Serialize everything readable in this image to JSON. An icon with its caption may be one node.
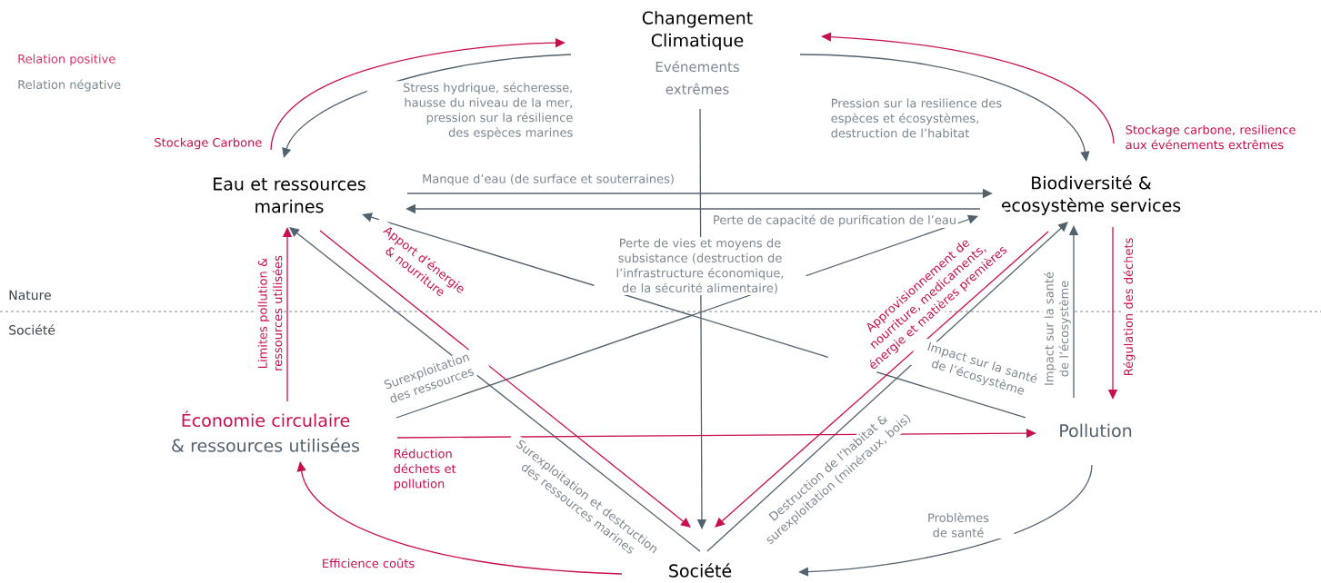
{
  "diagram": {
    "nodes": [
      {
        "text": [
          "Changement Climatique",
          "Evénements extrêmes"
        ]
      },
      {
        "text": [
          "Eau et ressources marines"
        ]
      },
      {
        "text": [
          "Biodiversité & ecosystème services"
        ]
      },
      {
        "text": [
          "Économie circulaire",
          "& ressources utilisées"
        ]
      },
      {
        "text": [
          "Pollution"
        ]
      },
      {
        "text": [
          "Société"
        ]
      }
    ],
    "edges": [
      {
        "from": 1,
        "to": 0,
        "arrow": "to",
        "label": "Stockage Carbone",
        "color": "#c8104f"
      },
      {
        "from": 0,
        "to": 1,
        "arrow": "to",
        "label": "Stress hydrique, sécheresse, hausse du niveau de la mer, pression sur la résilience des espèces marines"
      },
      {
        "from": 2,
        "to": 0,
        "arrow": "to",
        "label": "Stockage carbone, resilience aux événements extrêmes",
        "color": "#c8104f"
      },
      {
        "from": 0,
        "to": 2,
        "arrow": "to",
        "label": "Pression sur la resilience des espèces et écosystèmes, destruction de l’habitat"
      },
      {
        "from": 1,
        "to": 2,
        "arrow": "to",
        "label": "Manque d’eau (de surface et souterraines)"
      },
      {
        "from": 2,
        "to": 1,
        "arrow": "to",
        "label": "Perte de capacité de purification de l’eau"
      },
      {
        "from": 0,
        "to": 5,
        "arrow": "to",
        "label": "Perte de vies et moyens de subsistance (destruction de l’infrastructure économique, de la sécurité alimentaire)"
      },
      {
        "from": 4,
        "to": 1,
        "arrow": "to",
        "label": "Impact sur la santé de l’écosystème"
      },
      {
        "from": 3,
        "to": 1,
        "arrow": "to",
        "label": "Limites pollution & ressources utilisées",
        "color": "#c8104f"
      },
      {
        "from": 3,
        "to": 2,
        "arrow": "to",
        "label": "Surexploitation des ressources"
      },
      {
        "from": 1,
        "to": 5,
        "arrow": "to",
        "label": "Apport d’énergie & nourriture",
        "color": "#c8104f"
      },
      {
        "from": 5,
        "to": 1,
        "arrow": "to",
        "label": "Surexploitation et destruction des ressources marines"
      },
      {
        "from": 2,
        "to": 5,
        "arrow": "to",
        "label": "Approvisionnement de nourriture, medicaments, énergie et matières premières",
        "color": "#c8104f"
      },
      {
        "from": 5,
        "to": 2,
        "arrow": "to",
        "label": "Destruction de l’habitat & surexploitation (minéraux, bois)"
      },
      {
        "from": 4,
        "to": 2,
        "arrow": "to",
        "label": "Impact sur la santé de l’écosystème"
      },
      {
        "from": 2,
        "to": 4,
        "arrow": "to",
        "label": "Régulation des déchets",
        "color": "#c8104f"
      },
      {
        "from": 3,
        "to": 4,
        "arrow": "to",
        "label": "Réduction déchets et pollution",
        "color": "#c8104f"
      },
      {
        "from": 4,
        "to": 5,
        "arrow": "to",
        "label": "Problèmes de santé"
      },
      {
        "from": 5,
        "to": 3,
        "arrow": "to",
        "label": "Efficience coûts",
        "color": "#c8104f"
      }
    ],
    "labels": [
      "Nature",
      "Société"
    ],
    "legend": [
      {
        "text": "Relation positive",
        "color": "#d8326a"
      },
      {
        "text": "Relation négative",
        "color": "#7b8791"
      }
    ]
  }
}
